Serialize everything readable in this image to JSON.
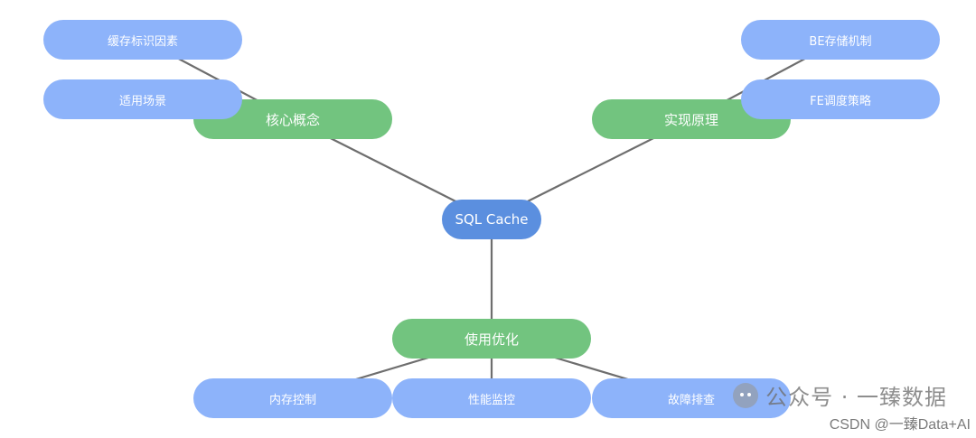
{
  "mindmap": {
    "root": {
      "label": "SQL Cache"
    },
    "branches": {
      "core": {
        "label": "核心概念",
        "children": [
          "缓存标识因素",
          "适用场景"
        ]
      },
      "impl": {
        "label": "实现原理",
        "children": [
          "BE存储机制",
          "FE调度策略"
        ]
      },
      "usage": {
        "label": "使用优化",
        "children": [
          "内存控制",
          "性能监控",
          "故障排查"
        ]
      }
    }
  },
  "colors": {
    "root": "#5b8fdf",
    "branch": "#72c47f",
    "leaf": "#8db3fa",
    "edge": "#6e6e6e"
  },
  "watermark": {
    "line1": "公众号 · 一臻数据",
    "line2": "CSDN @一臻Data+AI"
  }
}
